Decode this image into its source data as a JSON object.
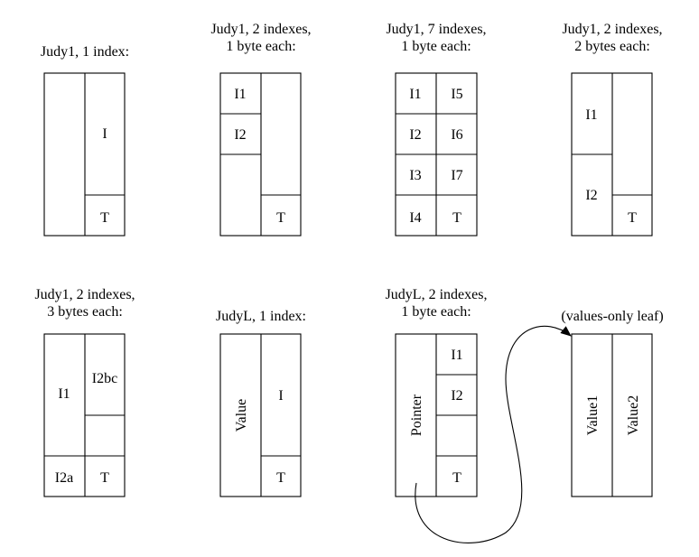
{
  "diagrams": [
    {
      "caption": [
        "Judy1, 1 index:"
      ],
      "cells": [
        "I",
        "T"
      ]
    },
    {
      "caption": [
        "Judy1, 2 indexes,",
        "1 byte each:"
      ],
      "cells": [
        "I1",
        "I2",
        "T"
      ]
    },
    {
      "caption": [
        "Judy1, 7 indexes,",
        "1 byte each:"
      ],
      "cells": [
        "I1",
        "I2",
        "I3",
        "I4",
        "I5",
        "I6",
        "I7",
        "T"
      ]
    },
    {
      "caption": [
        "Judy1, 2 indexes,",
        "2 bytes each:"
      ],
      "cells": [
        "I1",
        "I2",
        "T"
      ]
    },
    {
      "caption": [
        "Judy1, 2 indexes,",
        "3 bytes each:"
      ],
      "cells": [
        "I1",
        "I2bc",
        "I2a",
        "T"
      ]
    },
    {
      "caption": [
        "JudyL, 1 index:"
      ],
      "cells": [
        "Value",
        "I",
        "T"
      ]
    },
    {
      "caption": [
        "JudyL, 2 indexes,",
        "1 byte each:"
      ],
      "cells": [
        "Pointer",
        "I1",
        "I2",
        "T"
      ]
    },
    {
      "caption": [
        "(values-only leaf)"
      ],
      "cells": [
        "Value1",
        "Value2"
      ]
    }
  ]
}
